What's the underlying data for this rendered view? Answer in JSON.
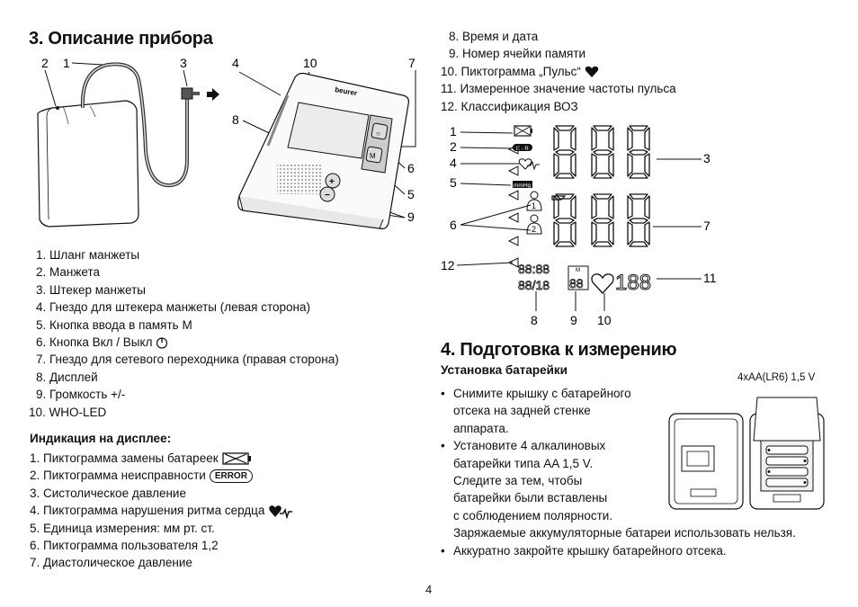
{
  "section3": {
    "title": "3. Описание прибора",
    "brand": "beurer",
    "figure_labels": [
      "2",
      "1",
      "3",
      "4",
      "10",
      "7",
      "8",
      "6",
      "5",
      "9"
    ],
    "parts": [
      "1. Шланг манжеты",
      "2. Манжета",
      "3. Штекер манжеты",
      "4. Гнездо для штекера манжеты (левая сторона)",
      "5. Кнопка ввода в память M",
      "6. Кнопка Вкл / Выкл",
      "7. Гнездо для сетевого переходника (правая сторона)",
      "8. Дисплей",
      "9. Громкость +/-",
      "10. WHO-LED"
    ],
    "display_heading": "Индикация на дисплее:",
    "display_items": [
      "1. Пиктограмма замены батареек",
      "2. Пиктограмма неисправности",
      "3. Систолическое давление",
      "4. Пиктограмма нарушения ритма сердца",
      "5. Единица измерения: мм рт. ст.",
      "6. Пиктограмма пользователя 1,2",
      "7. Диастолическое давление"
    ],
    "error_badge": "ERROR",
    "display_items_right": [
      "8. Время и дата",
      "9. Номер ячейки памяти",
      "10. Пиктограмма „Пульс“",
      "11. Измеренное значение частоты пульса",
      "12. Классификация ВОЗ"
    ],
    "lcd": {
      "labels": [
        "1",
        "2",
        "4",
        "5",
        "6",
        "12",
        "3",
        "7",
        "11",
        "8",
        "9",
        "10"
      ],
      "error_small": "E - R",
      "unit": "mmHg",
      "time": "88:88",
      "date": "88/18",
      "memory_label": "M",
      "memory": "88",
      "pulse": "188",
      "user1": "1",
      "user2": "2"
    }
  },
  "section4": {
    "title": "4. Подготовка к измерению",
    "subtitle": "Установка батарейки",
    "battery_spec": "4xAA(LR6) 1,5 V",
    "bullet1_lines": [
      "Снимите крышку с батарейного",
      "отсека на задней стенке",
      "аппарата."
    ],
    "bullet2_lines": [
      "Установите 4 алкалиновых",
      "батарейки типа AA 1,5 V.",
      "Следите за тем, чтобы",
      "батарейки были вставлены",
      "с соблюдением полярности.",
      "Заряжаемые аккумуляторные батареи использовать нельзя."
    ],
    "bullet3": "Аккуратно закройте крышку батарейного отсека."
  },
  "page_number": "4"
}
